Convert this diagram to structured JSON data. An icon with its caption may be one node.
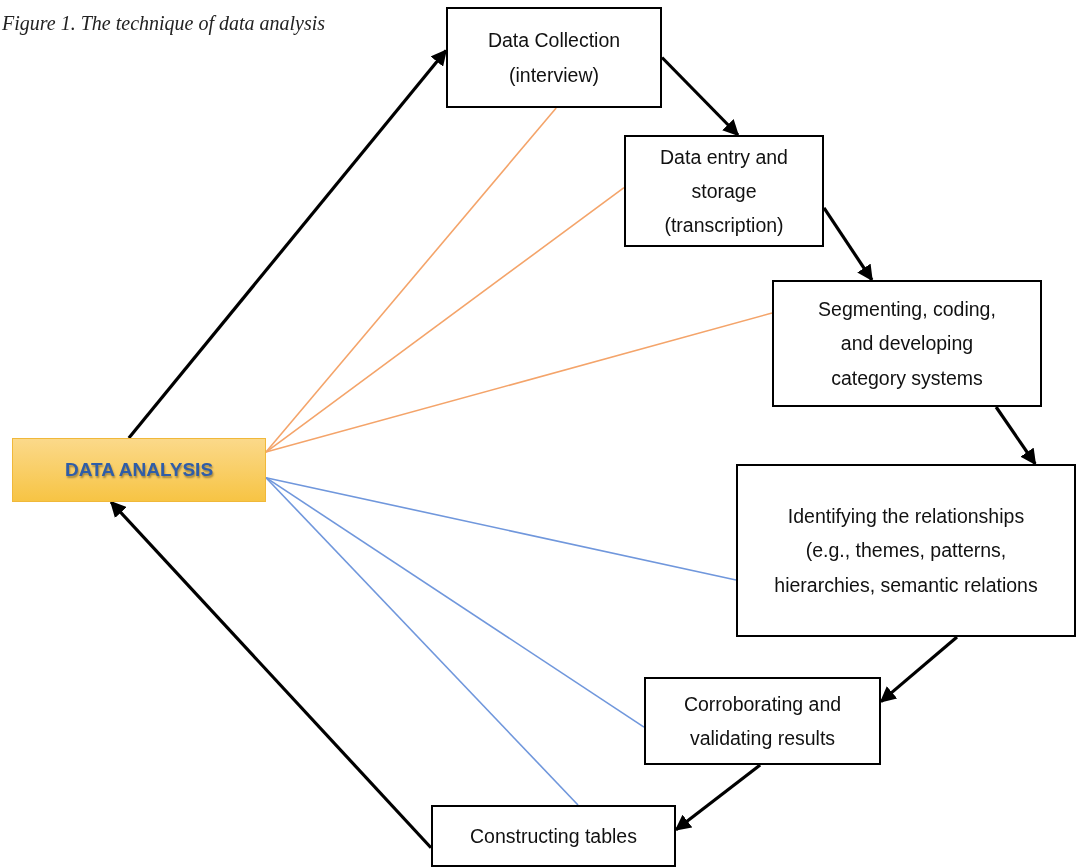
{
  "diagram": {
    "title": "Figure 1. The technique of data analysis",
    "nodes": [
      {
        "text": [
          "DATA ANALYSIS"
        ]
      },
      {
        "text": [
          "Data Collection (interview)"
        ]
      },
      {
        "text": [
          "Data entry and storage (transcription)"
        ]
      },
      {
        "text": [
          "Segmenting, coding, and developing category systems"
        ]
      },
      {
        "text": [
          "Identifying the relationships (e.g., themes, patterns, hierarchies, semantic relations"
        ]
      },
      {
        "text": [
          "Corroborating and validating results"
        ]
      },
      {
        "text": [
          "Constructing tables"
        ]
      }
    ],
    "edges": [
      {
        "from": 0,
        "to": 1,
        "arrow": "to"
      },
      {
        "from": 1,
        "to": 2,
        "arrow": "to"
      },
      {
        "from": 2,
        "to": 3,
        "arrow": "to"
      },
      {
        "from": 3,
        "to": 4,
        "arrow": "to"
      },
      {
        "from": 4,
        "to": 5,
        "arrow": "to"
      },
      {
        "from": 5,
        "to": 6,
        "arrow": "to"
      },
      {
        "from": 6,
        "to": 0,
        "arrow": "to"
      },
      {
        "from": 0,
        "to": 1,
        "arrow": "none",
        "color": "#f4a46a"
      },
      {
        "from": 0,
        "to": 2,
        "arrow": "none",
        "color": "#f4a46a"
      },
      {
        "from": 0,
        "to": 3,
        "arrow": "none",
        "color": "#f4a46a"
      },
      {
        "from": 0,
        "to": 4,
        "arrow": "none",
        "color": "#7097dc"
      },
      {
        "from": 0,
        "to": 5,
        "arrow": "none",
        "color": "#7097dc"
      },
      {
        "from": 0,
        "to": 6,
        "arrow": "none",
        "color": "#7097dc"
      }
    ]
  }
}
